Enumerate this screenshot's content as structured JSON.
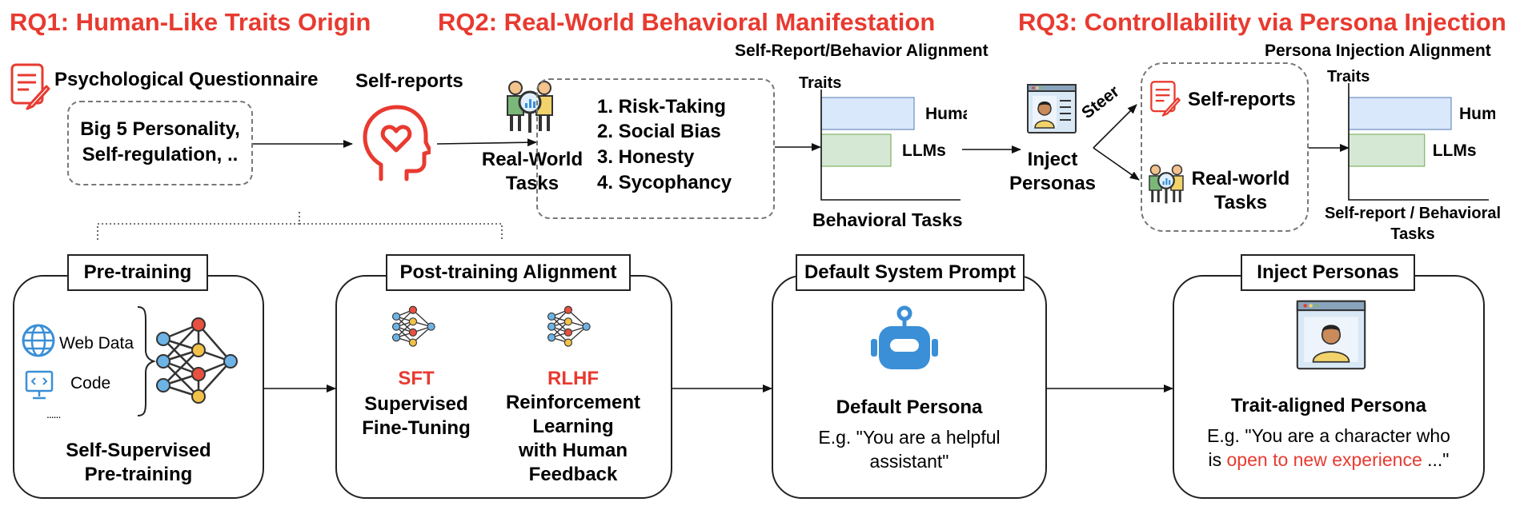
{
  "rq": {
    "rq1": "RQ1: Human-Like Traits Origin",
    "rq2": "RQ2: Real-World Behavioral Manifestation",
    "rq3": "RQ3: Controllability via Persona Injection"
  },
  "top": {
    "questionnaire_label": "Psychological Questionnaire",
    "questionnaire_line1": "Big 5 Personality,",
    "questionnaire_line2": "Self-regulation, ..",
    "self_reports": "Self-reports",
    "real_world_tasks_line1": "Real-World",
    "real_world_tasks_line2": "Tasks",
    "tasks_list": [
      "1. Risk-Taking",
      "2. Social Bias",
      "3. Honesty",
      "4. Sycophancy"
    ],
    "chart1_title": "Self-Report/Behavior Alignment",
    "chart1_ylabel": "Traits",
    "chart1_xlabel": "Behavioral Tasks",
    "inject_line1": "Inject",
    "inject_line2": "Personas",
    "steer": "Steer",
    "rq3_self_reports": "Self-reports",
    "rq3_real_world_line1": "Real-world",
    "rq3_real_world_line2": "Tasks",
    "chart2_title": "Persona Injection Alignment",
    "chart2_ylabel": "Traits",
    "chart2_xlabel_line1": "Self-report / Behavioral",
    "chart2_xlabel_line2": "Tasks"
  },
  "chart_data": [
    {
      "type": "bar",
      "title": "Self-Report/Behavior Alignment",
      "ylabel": "Traits",
      "xlabel": "Behavioral Tasks",
      "categories": [
        "Human",
        "LLMs"
      ],
      "values": [
        1.0,
        0.75
      ],
      "colors": [
        "#dae8fc",
        "#d5e8d4"
      ]
    },
    {
      "type": "bar",
      "title": "Persona Injection Alignment",
      "ylabel": "Traits",
      "xlabel": "Self-report / Behavioral Tasks",
      "categories": [
        "Human",
        "LLMs"
      ],
      "values": [
        1.0,
        0.74
      ],
      "colors": [
        "#dae8fc",
        "#d5e8d4"
      ]
    }
  ],
  "bottom": {
    "pretraining": {
      "tag": "Pre-training",
      "web_data": "Web Data",
      "code": "Code",
      "more": "......",
      "caption_line1": "Self-Supervised",
      "caption_line2": "Pre-training"
    },
    "posttraining": {
      "tag": "Post-training Alignment",
      "sft": "SFT",
      "sft_line1": "Supervised",
      "sft_line2": "Fine-Tuning",
      "rlhf": "RLHF",
      "rlhf_lines": [
        "Reinforcement",
        "Learning",
        "with Human",
        "Feedback"
      ]
    },
    "default_prompt": {
      "tag": "Default System Prompt",
      "persona": "Default Persona",
      "example_line1": "E.g. \"You are a helpful",
      "example_line2": "assistant\""
    },
    "inject": {
      "tag": "Inject Personas",
      "persona": "Trait-aligned Persona",
      "example_line1": "E.g. \"You are a character who",
      "example_prefix": "is ",
      "example_highlight": "open to new experience",
      "example_suffix": " ...\""
    }
  },
  "colors": {
    "accent_red": "#e83a30",
    "human_bar": "#dae8fc",
    "llm_bar": "#d5e8d4",
    "icon_blue": "#3a8fd6"
  }
}
